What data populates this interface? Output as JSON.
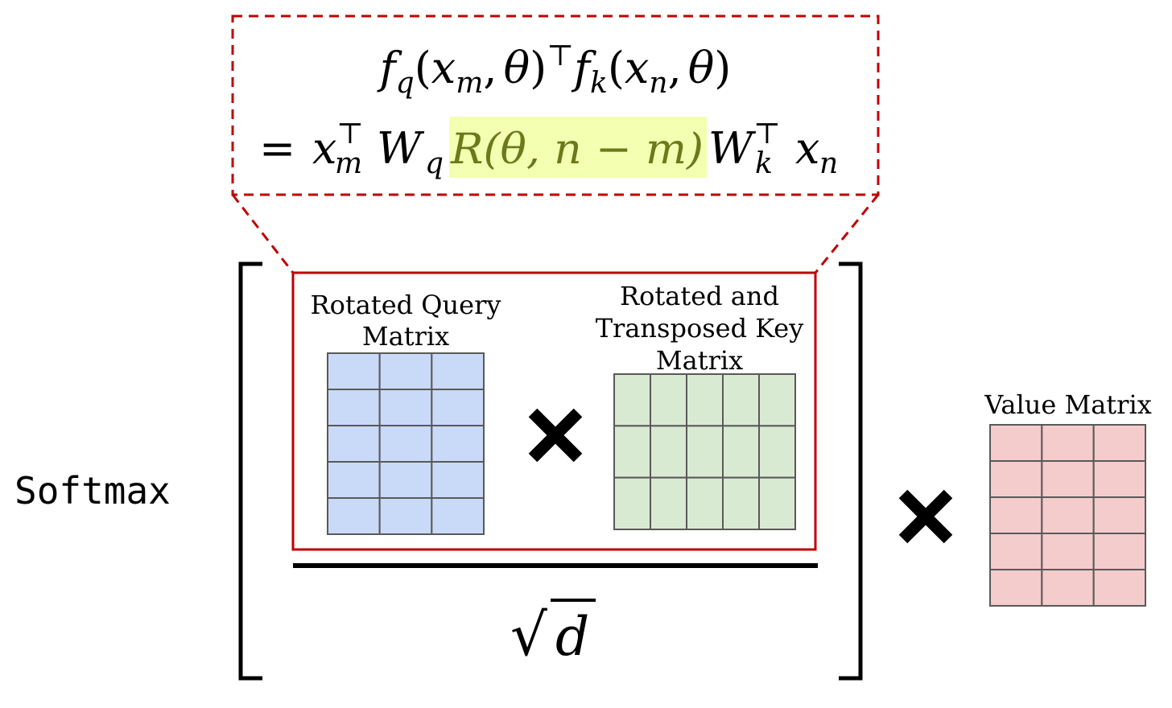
{
  "equation": {
    "line1": {
      "f1": "f",
      "sub_q": "q",
      "lparen1": "(",
      "x1": "x",
      "sub_m1": "m",
      "comma1": ",",
      "theta1": "θ",
      "rparen1": ")",
      "top1": "⊤",
      "f2": "f",
      "sub_k": "k",
      "lparen2": "(",
      "x2": "x",
      "sub_n1": "n",
      "comma2": ",",
      "theta2": "θ",
      "rparen2": ")"
    },
    "line2": {
      "equals": "=",
      "x": "x",
      "sup_top1": "⊤",
      "sub_m": "m",
      "W1": "W",
      "sub_q": "q",
      "rotation": "R(θ, n − m)",
      "W2": "W",
      "sup_top2": "⊤",
      "sub_k": "k",
      "x2": "x",
      "sub_n": "n"
    }
  },
  "labels": {
    "softmax": "Softmax",
    "query_line1": "Rotated Query",
    "query_line2": "Matrix",
    "key_line1": "Rotated and",
    "key_line2": "Transposed Key",
    "key_line3": "Matrix",
    "value": "Value Matrix",
    "sqrt_symbol": "√",
    "sqrt_var": "d"
  },
  "matrices": {
    "query": {
      "rows": 5,
      "cols": 3,
      "fill": "#c9daf8",
      "stroke": "#595959"
    },
    "key": {
      "rows": 3,
      "cols": 5,
      "fill": "#d9ead3",
      "stroke": "#595959"
    },
    "value": {
      "rows": 5,
      "cols": 3,
      "fill": "#f4cccc",
      "stroke": "#595959"
    }
  },
  "colors": {
    "dashed_box": "#c00000",
    "inner_box": "#c00000",
    "highlight_fill": "#f5ffb2",
    "highlight_text": "#6b7a1a",
    "ink": "#000000"
  },
  "icons": {
    "multiply_1": "multiply-icon",
    "multiply_2": "multiply-icon"
  }
}
